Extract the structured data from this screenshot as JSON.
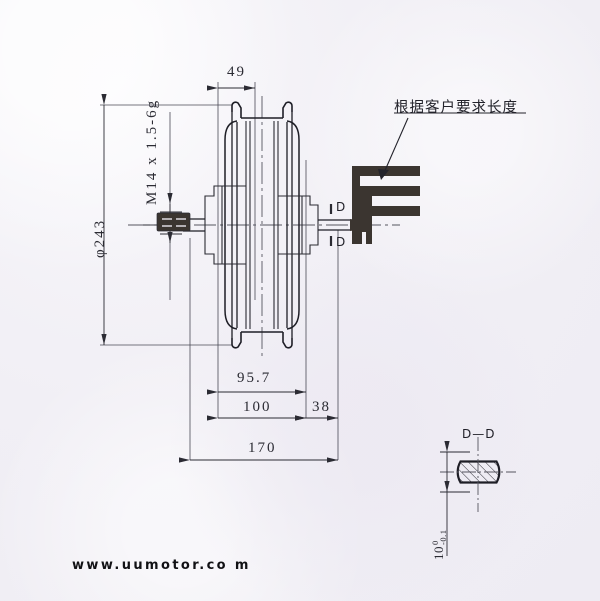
{
  "sheet": {
    "background_color": "#f2f0f6",
    "ink_color": "#2b2b33",
    "solid_fill_color": "#3b3530"
  },
  "drawing": {
    "title_note_cn": "根据客户要求长度",
    "watermark": "www.uumotor.co  m"
  },
  "dimensions": {
    "rim_width_top": "49",
    "outer_diameter": "φ243",
    "axle_thread": "M14 x 1.5-6g",
    "hub_body_width": "95.7",
    "axle_inner_span": "100",
    "cable_side_length": "38",
    "overall_length": "170"
  },
  "section_detail": {
    "label": "D—D",
    "marker_left": "D",
    "marker_right": "D",
    "flat_dimension": "10",
    "tolerance_upper": "0",
    "tolerance_lower": "-0.1"
  }
}
